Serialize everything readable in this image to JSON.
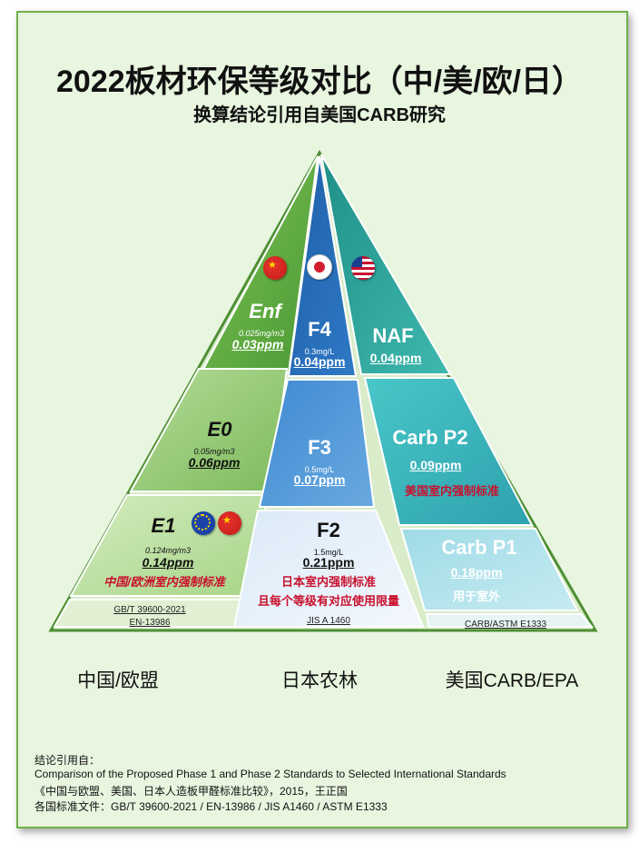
{
  "title": "2022板材环保等级对比（中/美/欧/日）",
  "subtitle": "换算结论引用自美国CARB研究",
  "columns": {
    "china_eu": "中国/欧盟",
    "japan": "日本农林",
    "usa": "美国CARB/EPA"
  },
  "china_eu": {
    "enf": {
      "name": "Enf",
      "mg": "0.025mg/m3",
      "ppm": "0.03ppm"
    },
    "e0": {
      "name": "E0",
      "mg": "0.05mg/m3",
      "ppm": "0.06ppm"
    },
    "e1": {
      "name": "E1",
      "mg": "0.124mg/m3",
      "ppm": "0.14ppm",
      "note": "中国/欧洲室内强制标准"
    },
    "standard_1": "GB/T 39600-2021",
    "standard_2": "EN-13986"
  },
  "japan": {
    "f4": {
      "name": "F4",
      "mg": "0.3mg/L",
      "ppm": "0.04ppm"
    },
    "f3": {
      "name": "F3",
      "mg": "0.5mg/L",
      "ppm": "0.07ppm"
    },
    "f2": {
      "name": "F2",
      "mg": "1.5mg/L",
      "ppm": "0.21ppm",
      "note_1": "日本室内强制标准",
      "note_2": "且每个等级有对应使用限量"
    },
    "standard": "JIS A 1460"
  },
  "usa": {
    "naf": {
      "name": "NAF",
      "ppm": "0.04ppm"
    },
    "p2": {
      "name": "Carb P2",
      "ppm": "0.09ppm",
      "note": "美国室内强制标准"
    },
    "p1": {
      "name": "Carb P1",
      "ppm": "0.18ppm",
      "note": "用于室外"
    },
    "standard": "CARB/ASTM E1333"
  },
  "flags": [
    "china-flag",
    "japan-flag",
    "usa-flag",
    "eu-flag",
    "china-flag"
  ],
  "footer": {
    "line1": "结论引用自：",
    "line2": "Comparison of the Proposed Phase 1 and Phase 2 Standards to Selected International Standards",
    "line3": "《中国与欧盟、美国、日本人造板甲醛标准比较》，2015，王正国",
    "line4": "各国标准文件：GB/T 39600-2021 / EN-13986 / JIS A1460 / ASTM E1333"
  },
  "colors": {
    "background": "#e8f5df",
    "green": "#8fca6c",
    "blue": "#3b82c9",
    "teal": "#35b3a8",
    "red_text": "#c8102e"
  }
}
